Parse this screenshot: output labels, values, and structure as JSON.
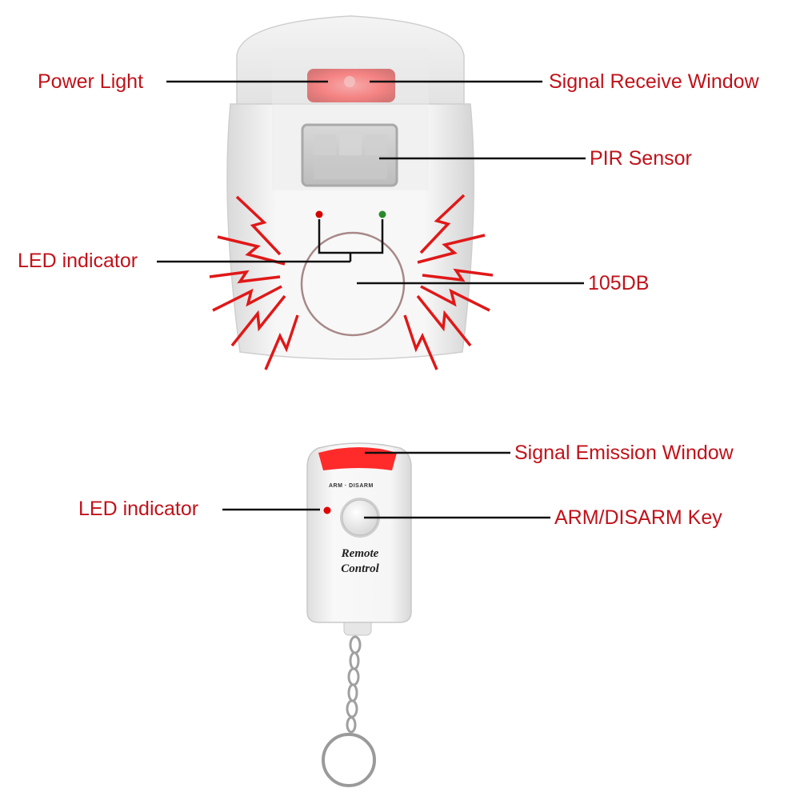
{
  "labels": {
    "power_light": "Power Light",
    "signal_receive_window": "Signal Receive Window",
    "pir_sensor": "PIR Sensor",
    "led_indicator_alarm": "LED indicator",
    "volume": "105DB",
    "signal_emission_window": "Signal Emission Window",
    "led_indicator_remote": "LED indicator",
    "arm_disarm_key": "ARM/DISARM Key"
  },
  "remote": {
    "button_caption": "ARM · DISARM",
    "brand_line1": "Remote",
    "brand_line2": "Control"
  },
  "colors": {
    "label_red": "#c1121a",
    "body_white": "#f2f2f2",
    "lens_red": "#ff2a2a",
    "led_green": "#2a8a2a"
  }
}
